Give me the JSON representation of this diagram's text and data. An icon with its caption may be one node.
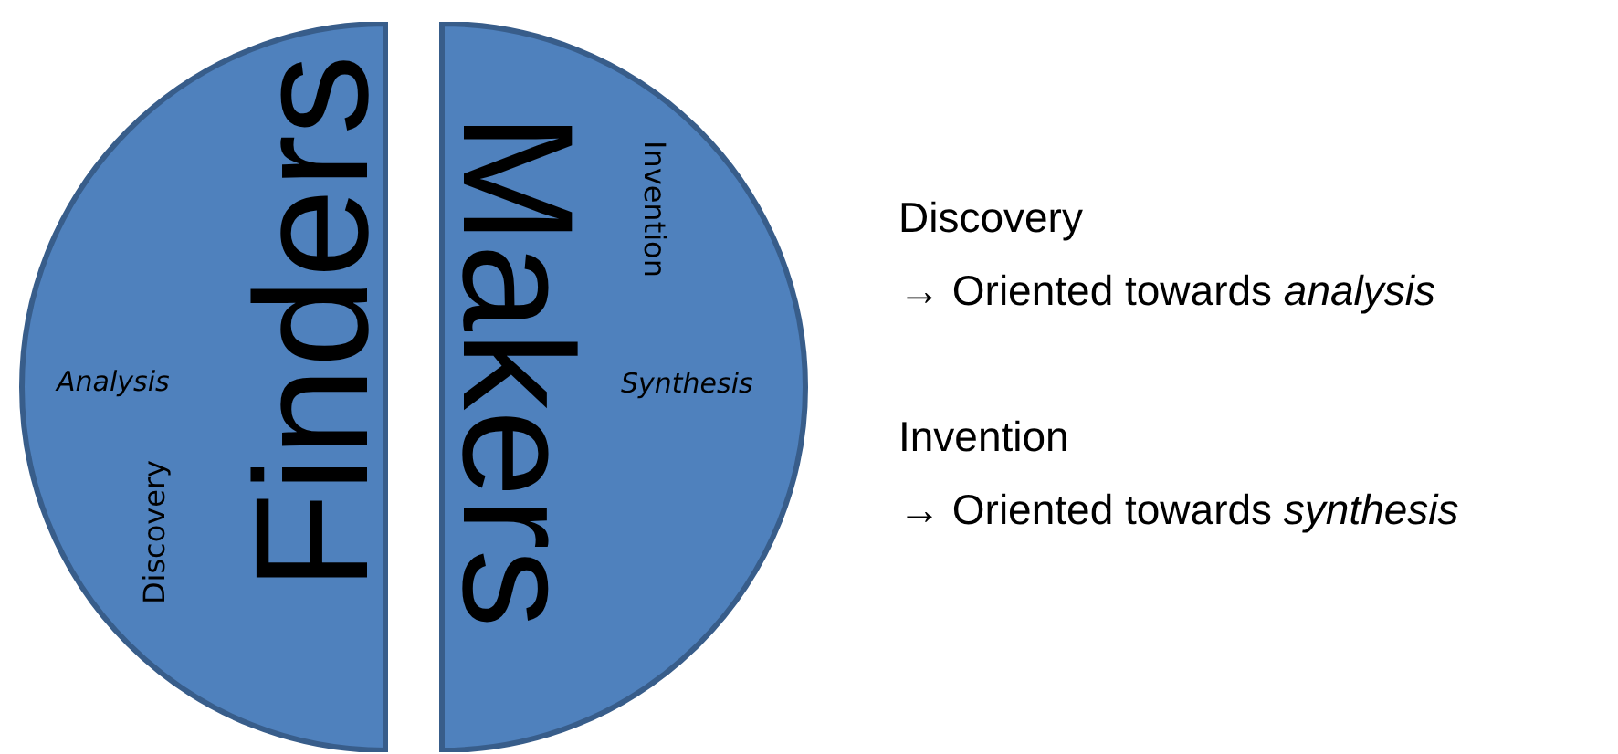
{
  "diagram": {
    "nodes": [
      {
        "text": [
          "Finders",
          "Analysis",
          "Discovery"
        ]
      },
      {
        "text": [
          "Makers",
          "Invention",
          "Synthesis"
        ]
      }
    ],
    "labels": [
      "Discovery",
      "→ Oriented towards *analysis*",
      "Invention",
      "→ Oriented towards *synthesis*"
    ]
  }
}
